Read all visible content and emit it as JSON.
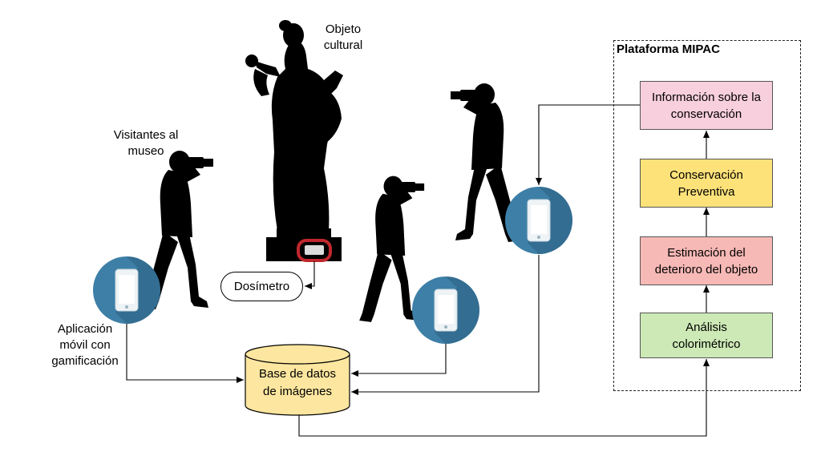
{
  "labels": {
    "objeto_cultural": "Objeto\ncultural",
    "visitantes": "Visitantes al\nmuseo",
    "aplicacion": "Aplicación\nmóvil con\ngamificación",
    "dosimetro": "Dosímetro",
    "base_datos": "Base de datos\nde imágenes"
  },
  "platform": {
    "title": "Plataforma MIPAC",
    "boxes": [
      {
        "text": "Información sobre la\nconservación",
        "fill": "#f8cfdc"
      },
      {
        "text": "Conservación\nPreventiva",
        "fill": "#fde27a"
      },
      {
        "text": "Estimación del\ndeterioro del objeto",
        "fill": "#f7b9b6"
      },
      {
        "text": "Análisis\ncolorimétrico",
        "fill": "#cde9b6"
      }
    ]
  },
  "colors": {
    "phone_circle": "#3d7fa7",
    "phone_shadow": "#2b5f80",
    "database": "#fde7a0",
    "dosimeter_ring": "#c0272d"
  },
  "icons": [
    "statue-icon",
    "photographer-icon",
    "smartphone-icon",
    "database-icon",
    "dosimeter-icon"
  ]
}
